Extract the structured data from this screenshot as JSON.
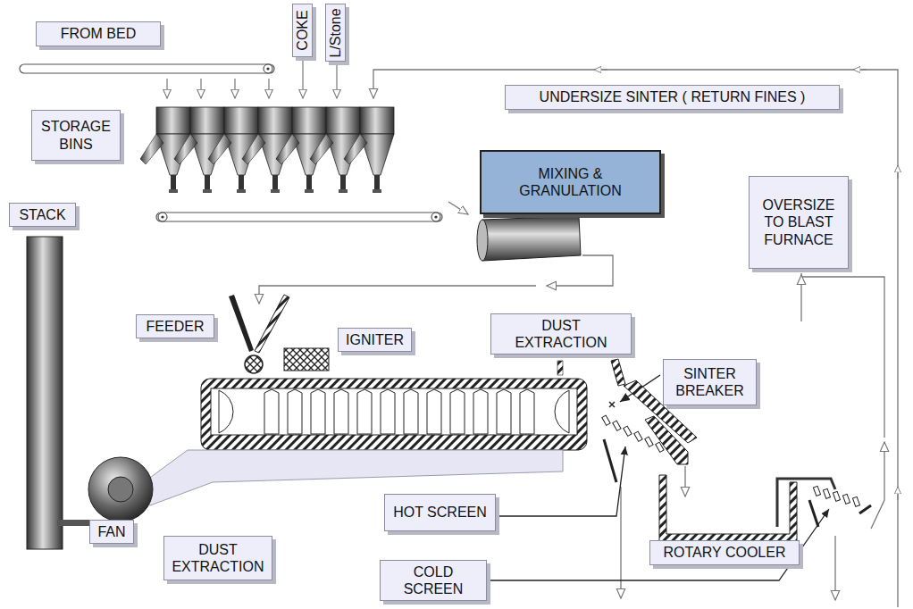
{
  "diagram": {
    "nodes": [
      {
        "text": [
          "FROM BED"
        ]
      },
      {
        "text": [
          "COKE"
        ]
      },
      {
        "text": [
          "L/Stone"
        ]
      },
      {
        "text": [
          "UNDERSIZE SINTER ( RETURN FINES )"
        ]
      },
      {
        "text": [
          "STORAGE BINS"
        ]
      },
      {
        "text": [
          "MIXING & GRANULATION"
        ]
      },
      {
        "text": [
          "STACK"
        ]
      },
      {
        "text": [
          "OVERSIZE TO BLAST FURNACE"
        ]
      },
      {
        "text": [
          "FEEDER"
        ]
      },
      {
        "text": [
          "IGNITER"
        ]
      },
      {
        "text": [
          "DUST EXTRACTION"
        ]
      },
      {
        "text": [
          "SINTER BREAKER"
        ]
      },
      {
        "text": [
          "HOT SCREEN"
        ]
      },
      {
        "text": [
          "FAN"
        ]
      },
      {
        "text": [
          "DUST EXTRACTION"
        ]
      },
      {
        "text": [
          "ROTARY COOLER"
        ]
      },
      {
        "text": [
          "COLD SCREEN"
        ]
      }
    ]
  }
}
